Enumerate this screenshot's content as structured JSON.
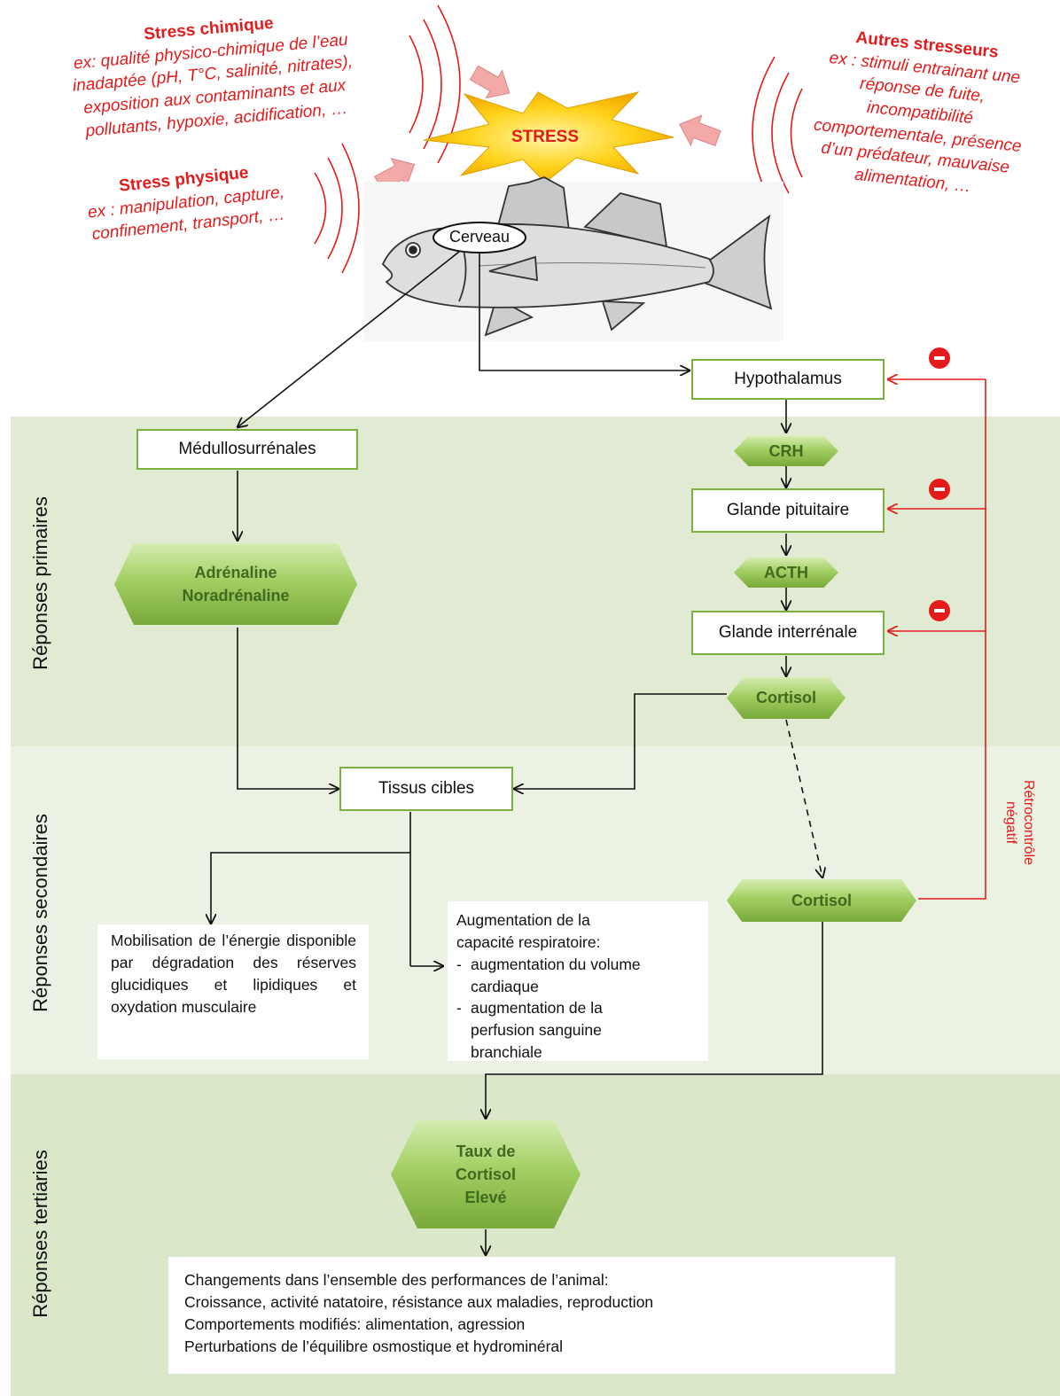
{
  "stressors": {
    "chemical": {
      "title": "Stress chimique",
      "example": "ex: qualité physico-chimique de l’eau\ninadaptée (pH, T°C, salinité, nitrates),\nexposition aux contaminants et aux\npollutants, hypoxie, acidification, …"
    },
    "physical": {
      "title": "Stress physique",
      "example": "ex : manipulation, capture,\nconfinement, transport, …"
    },
    "other": {
      "title": "Autres stresseurs",
      "example": "ex : stimuli entrainant une\nréponse de fuite,\nincompatibilité\ncomportementale, présence\nd’un prédateur, mauvaise\nalimentation, …"
    }
  },
  "stress_label": "STRESS",
  "brain_label": "Cerveau",
  "bands": {
    "primary": "Réponses primaires",
    "secondary": "Réponses secondaires",
    "tertiary": "Réponses tertiaries"
  },
  "nodes": {
    "hypothalamus": "Hypothalamus",
    "crh": "CRH",
    "pituitary": "Glande pituitaire",
    "acth": "ACTH",
    "interrenal": "Glande interrénale",
    "cortisol_1": "Cortisol",
    "medullo": "Médullosurrénales",
    "adrenaline": "Adrénaline",
    "noradrenaline": "Noradrénaline",
    "target_tissues": "Tissus cibles",
    "cortisol_2": "Cortisol",
    "high_cortisol_1": "Taux de",
    "high_cortisol_2": "Cortisol",
    "high_cortisol_3": "Elevé"
  },
  "feedback_label": "Rétrocontrôle\nnégatif",
  "energy_text": "Mobilisation de l’énergie disponible par dégradation des réserves glucidiques et lipidiques et oxydation musculaire",
  "respiratory": {
    "intro": "Augmentation de la\ncapacité respiratoire:",
    "item1": "augmentation du volume\ncardiaque",
    "item2": "augmentation de la\nperfusion sanguine\nbranchiale"
  },
  "performance": {
    "line1": "Changements dans l’ensemble des performances de l’animal:",
    "line2": "Croissance, activité natatoire, résistance aux maladies, reproduction",
    "line3": "Comportements modifiés: alimentation, agression",
    "line4": "Perturbations de l’équilibre osmostique et hydrominéral"
  },
  "colors": {
    "stress_red": "#e31b1b",
    "box_border_green": "#7bb03e",
    "band_primary": "#e1ebd3",
    "band_secondary": "#ebf1e3",
    "band_tertiary": "#dae7c9",
    "hex_text": "#3f6a1f",
    "burst_yellow": "#ffd21a"
  }
}
